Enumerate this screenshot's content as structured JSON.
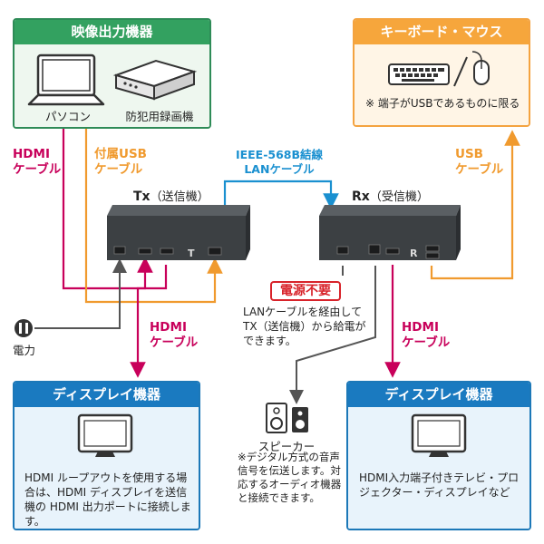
{
  "output_panel": {
    "title": "映像出力機器",
    "pc_label": "パソコン",
    "recorder_label": "防犯用録画機"
  },
  "keyboard_panel": {
    "title": "キーボード・マウス",
    "note": "※ 端子がUSBであるものに限る"
  },
  "cables": {
    "hdmi_left": [
      "HDMI",
      "ケーブル"
    ],
    "usb_attached": [
      "付属USB",
      "ケーブル"
    ],
    "lan": [
      "IEEE-568B結線",
      "LANケーブル"
    ],
    "usb_right": [
      "USB",
      "ケーブル"
    ],
    "hdmi_tx_out": [
      "HDMI",
      "ケーブル"
    ],
    "hdmi_rx_out": [
      "HDMI",
      "ケーブル"
    ]
  },
  "tx": {
    "name": "Tx",
    "role": "（送信機）",
    "port_t": "T"
  },
  "rx": {
    "name": "Rx",
    "role": "（受信機）",
    "port_r": "R"
  },
  "power": {
    "badge": "電源不要",
    "note": "LANケーブルを経由してTX（送信機）から給電ができます。",
    "label": "電力"
  },
  "speaker": {
    "label": "スピーカー",
    "note": "※デジタル方式の音声信号を伝送します。対応するオーディオ機器と接続できます。"
  },
  "display_left": {
    "title": "ディスプレイ機器",
    "note": "HDMI ループアウトを使用する場合は、HDMI ディスプレイを送信機の HDMI 出力ポートに接続します。"
  },
  "display_right": {
    "title": "ディスプレイ機器",
    "note": "HDMI入力端子付きテレビ・プロジェクター・ディスプレイなど"
  },
  "colors": {
    "green": "#33a160",
    "orange": "#f6a63c",
    "blue": "#1a7ac0",
    "hdmi_red": "#c8005a",
    "usb_orange": "#f09a2e",
    "lan_blue": "#1a90d0",
    "power_red": "#d8232a"
  }
}
